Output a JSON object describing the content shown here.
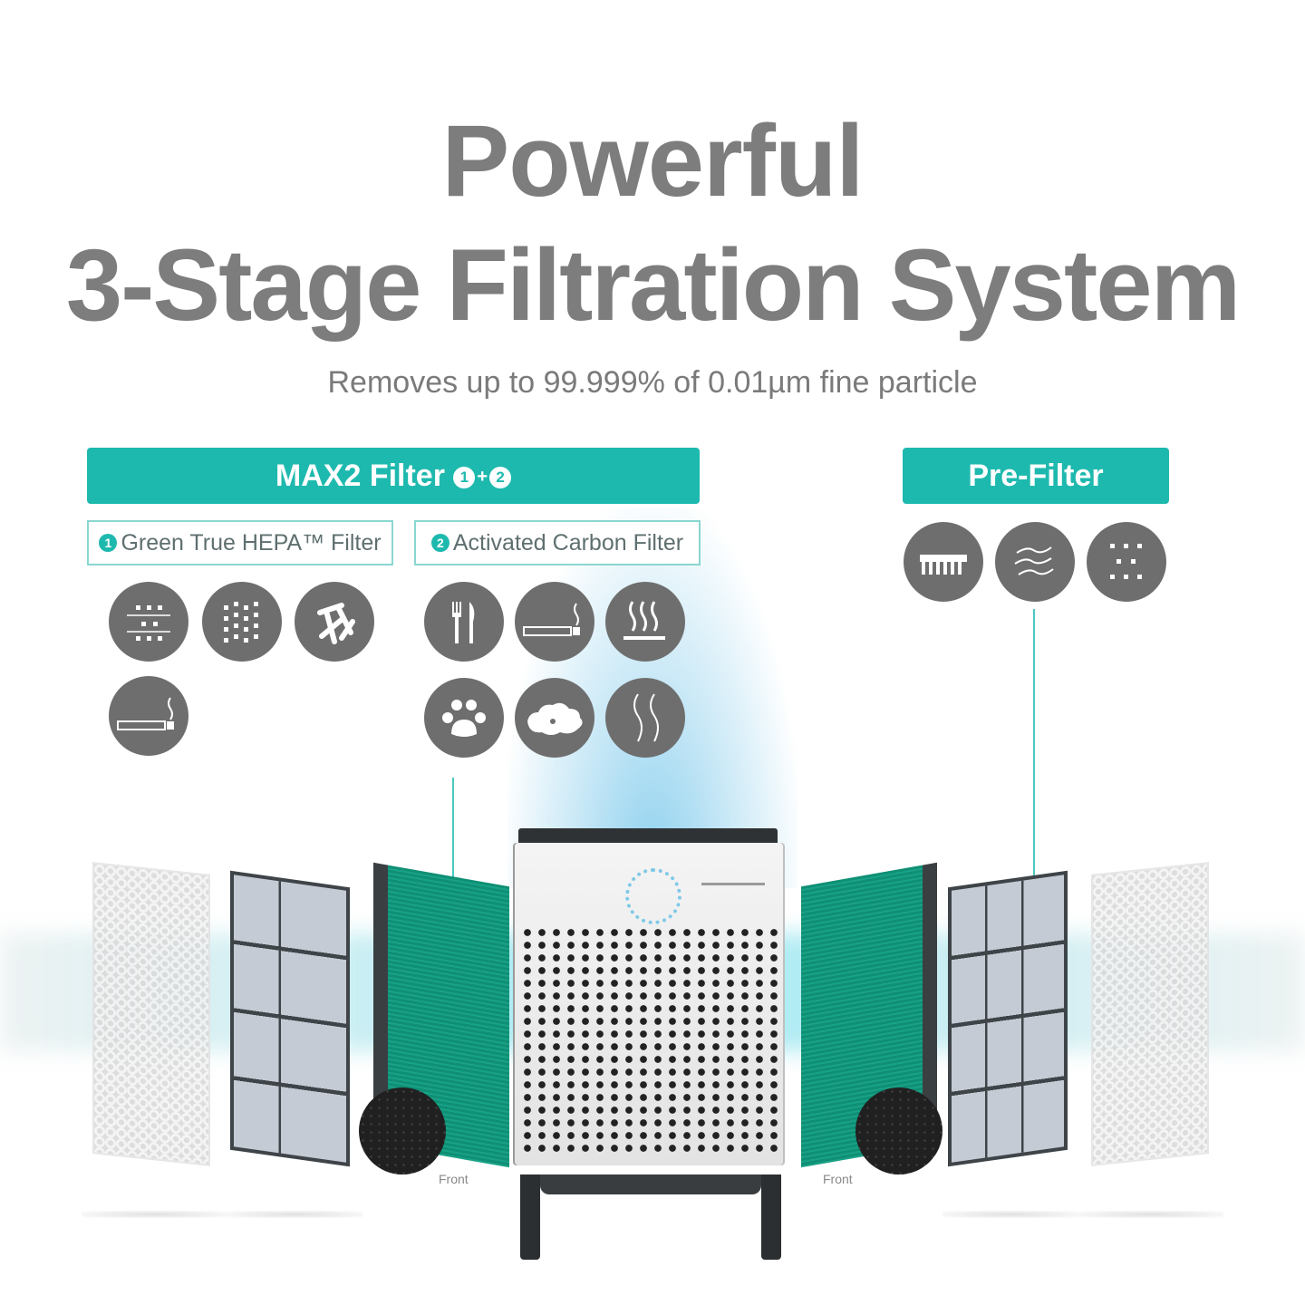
{
  "header": {
    "title_line1": "Powerful",
    "title_line2": "3-Stage Filtration System",
    "subtitle": "Removes up to 99.999% of 0.01µm fine particle"
  },
  "max2": {
    "label": "MAX2 Filter",
    "badge1": "1",
    "plus": "+",
    "badge2": "2",
    "hepa": {
      "badge": "1",
      "label": "Green True HEPA™ Filter"
    },
    "carbon": {
      "badge": "2",
      "label": "Activated Carbon Filter"
    }
  },
  "prefilter": {
    "label": "Pre-Filter"
  },
  "icons": {
    "hepa": [
      "fine-particles-icon",
      "dust-mites-icon",
      "pollen-debris-icon",
      "cigarette-smoke-icon"
    ],
    "carbon": [
      "cooking-odor-icon",
      "cigarette-smoke-icon",
      "heat-fumes-icon",
      "pet-paw-icon",
      "mold-spore-icon",
      "odor-waves-icon"
    ],
    "prefilter": [
      "hair-comb-icon",
      "dust-waves-icon",
      "large-particles-icon"
    ]
  },
  "captions": {
    "front_left": "Front",
    "front_right": "Front"
  },
  "colors": {
    "accent": "#1eb9ae",
    "title_gray": "#7d7d7d",
    "icon_gray": "#6e6e6e",
    "hepa_green": "#0f8f74"
  }
}
